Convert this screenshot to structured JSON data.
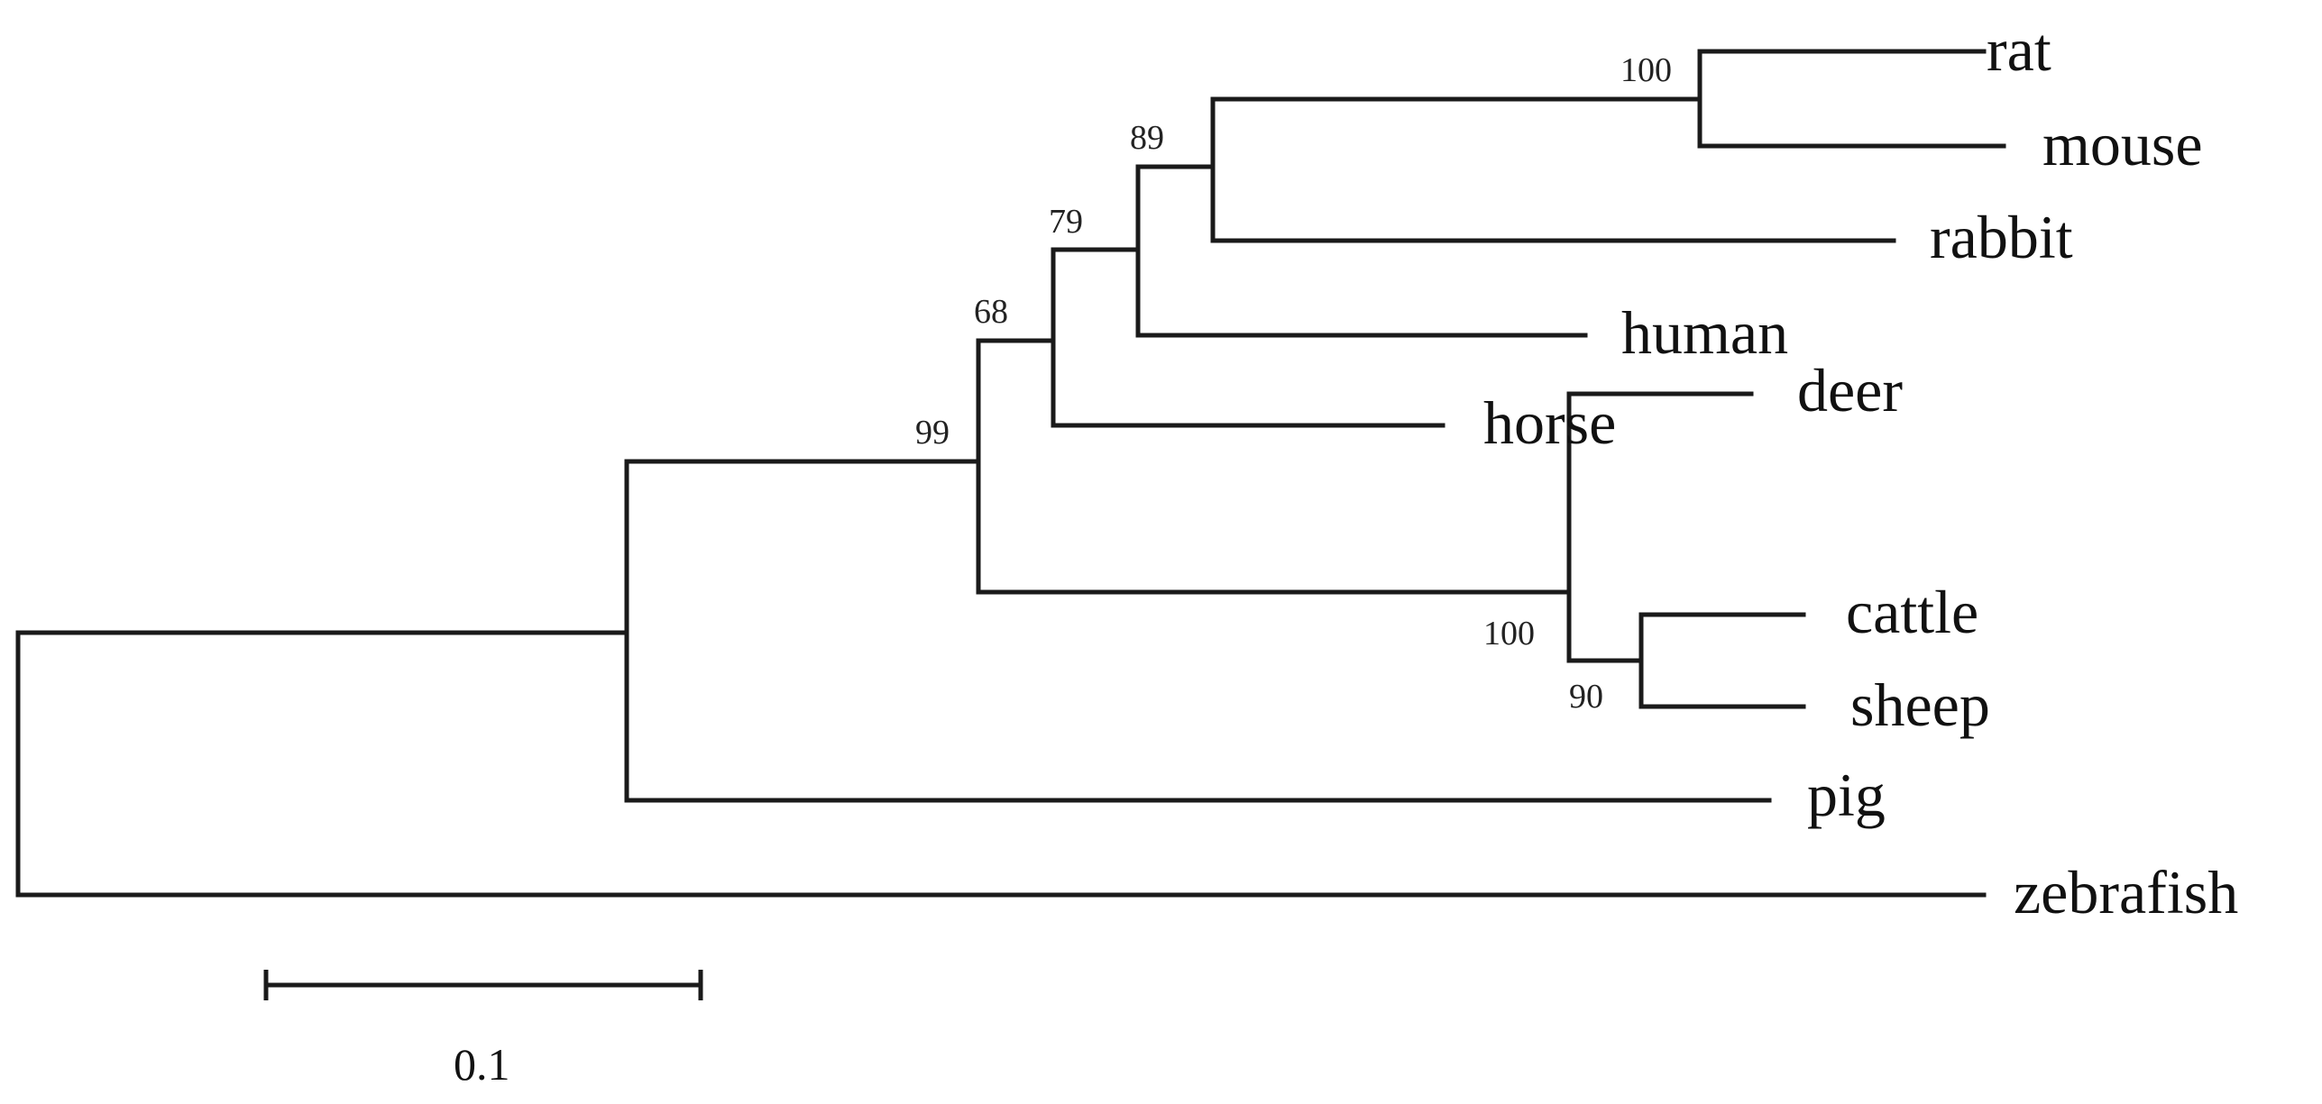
{
  "tree": {
    "taxa": [
      "rat",
      "mouse",
      "rabbit",
      "human",
      "horse",
      "deer",
      "cattle",
      "sheep",
      "pig",
      "zebrafish"
    ],
    "support_values": {
      "rat_mouse": "100",
      "rodent_rabbit": "89",
      "glires_human": "79",
      "euarch_horse": "68",
      "laurasia_node": "99",
      "ruminants": "100",
      "bovids": "90"
    },
    "scale_bar": {
      "label": "0.1",
      "value": 0.1
    }
  },
  "colors": {
    "branch": "#1a1a1a",
    "text": "#111111",
    "background": "#ffffff"
  }
}
